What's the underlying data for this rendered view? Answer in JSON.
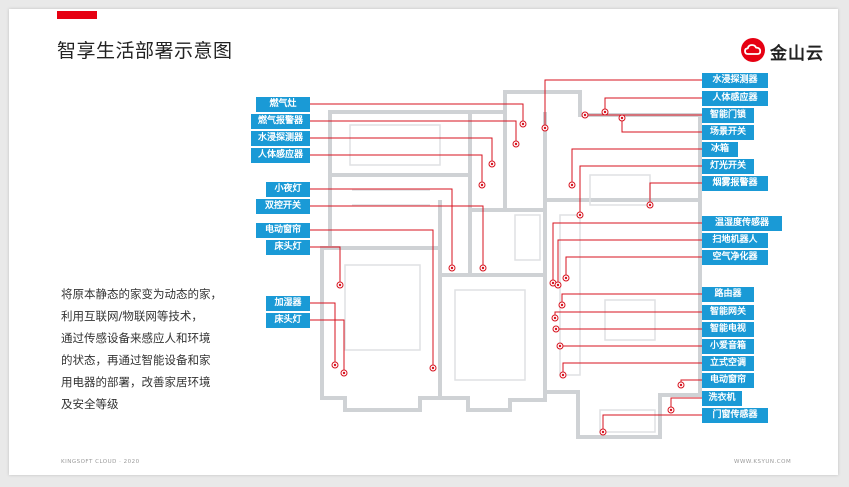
{
  "slide": {
    "title": "智享生活部署示意图",
    "logo_text": "金山云",
    "description_lines": [
      "将原本静态的家变为动态的家，",
      "利用互联网/物联网等技术，",
      "通过传感设备来感应人和环境",
      "的状态，再通过智能设备和家",
      "用电器的部署，改善家居环境",
      "及安全等级"
    ],
    "footer_left": "KINGSOFT CLOUD · 2020",
    "footer_right": "WWW.KSYUN.COM"
  },
  "colors": {
    "accent": "#e60012",
    "label_bg": "#1a9ad6",
    "label_text": "#ffffff",
    "leader_line": "#d7131f",
    "wall": "#cfd2d5"
  },
  "diagram": {
    "left_labels": [
      "燃气灶",
      "燃气报警器",
      "水浸探测器",
      "人体感应器",
      "小夜灯",
      "双控开关",
      "电动窗帘",
      "床头灯",
      "加湿器",
      "床头灯"
    ],
    "right_labels": [
      "水浸探测器",
      "人体感应器",
      "智能门锁",
      "场景开关",
      "冰箱",
      "灯光开关",
      "烟雾报警器",
      "温湿度传感器",
      "扫地机器人",
      "空气净化器",
      "路由器",
      "智能网关",
      "智能电视",
      "小爱音箱",
      "立式空调",
      "电动窗帘",
      "洗衣机",
      "门窗传感器"
    ]
  }
}
